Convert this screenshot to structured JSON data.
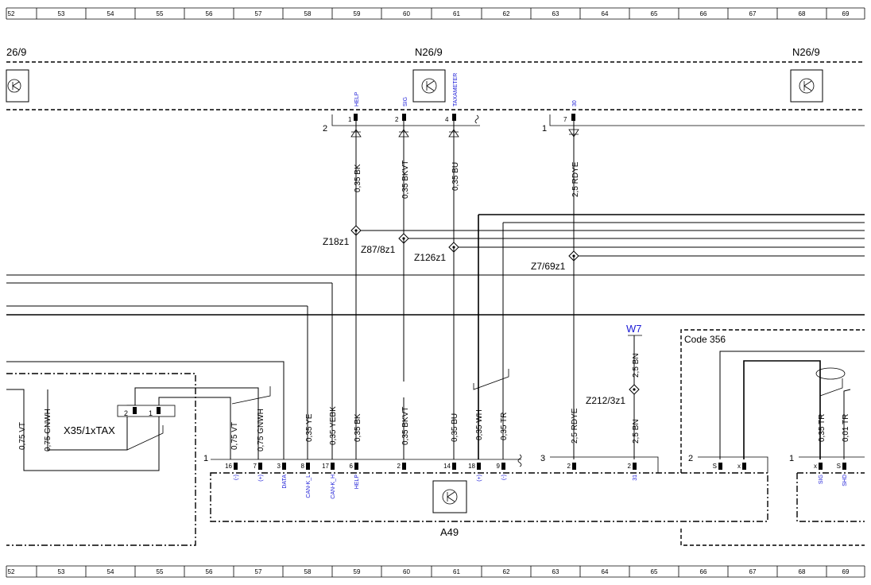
{
  "ruler": {
    "numbers": [
      "52",
      "53",
      "54",
      "55",
      "56",
      "57",
      "58",
      "59",
      "60",
      "61",
      "62",
      "63",
      "64",
      "65",
      "66",
      "67",
      "68",
      "69"
    ]
  },
  "components": {
    "n26_left": "26/9",
    "n26_center": "N26/9",
    "n26_right": "N26/9",
    "a49": "A49",
    "x35": "X35/1xTAX",
    "w7": "W7",
    "code": "Code 356"
  },
  "upper_pins": [
    {
      "num": "1",
      "func": "HELP"
    },
    {
      "num": "2",
      "func": "SIG"
    },
    {
      "num": "4",
      "func": "TAXAMETER"
    },
    {
      "num": "7",
      "func": "30"
    }
  ],
  "upper_plug_numbers": [
    "2",
    "1"
  ],
  "upper_wires": [
    "0,35 BK",
    "0,35 BKVT",
    "0,35 BU",
    "2,5 RDYE"
  ],
  "splices": [
    "Z18z1",
    "Z87/8z1",
    "Z126z1",
    "Z7/69z1",
    "Z212/3z1"
  ],
  "lower_wires": [
    "0,75 VT",
    "0,75 GNWH",
    "0,75 VT",
    "0,75 GNWH",
    "0,35 YE",
    "0,35 YEBK",
    "0,35 BK",
    "0,35 BKVT",
    "0,35 BU",
    "0,35 WH",
    "0,35 TR",
    "2,5 RDYE",
    "2,5 BN",
    "2,5 BN",
    "0,35 TR",
    "0,01 TR"
  ],
  "x35_pins": [
    "2",
    "1"
  ],
  "a49_plugs": [
    "1",
    "3",
    "2",
    "1"
  ],
  "a49_pins": [
    {
      "num": "16",
      "func": "(-)"
    },
    {
      "num": "7",
      "func": "(+)"
    },
    {
      "num": "3",
      "func": "DATA"
    },
    {
      "num": "8",
      "func": "CAN-K_L"
    },
    {
      "num": "17",
      "func": "CAN-K_H"
    },
    {
      "num": "6",
      "func": "HELP"
    },
    {
      "num": "2",
      "func": ""
    },
    {
      "num": "14",
      "func": ""
    },
    {
      "num": "18",
      "func": "(+)"
    },
    {
      "num": "9",
      "func": "(-)"
    },
    {
      "num": "2",
      "func": ""
    },
    {
      "num": "2",
      "func": "31"
    },
    {
      "num": "S",
      "func": ""
    },
    {
      "num": "x",
      "func": ""
    },
    {
      "num": "x",
      "func": "SIG"
    },
    {
      "num": "S",
      "func": "SHD"
    }
  ]
}
